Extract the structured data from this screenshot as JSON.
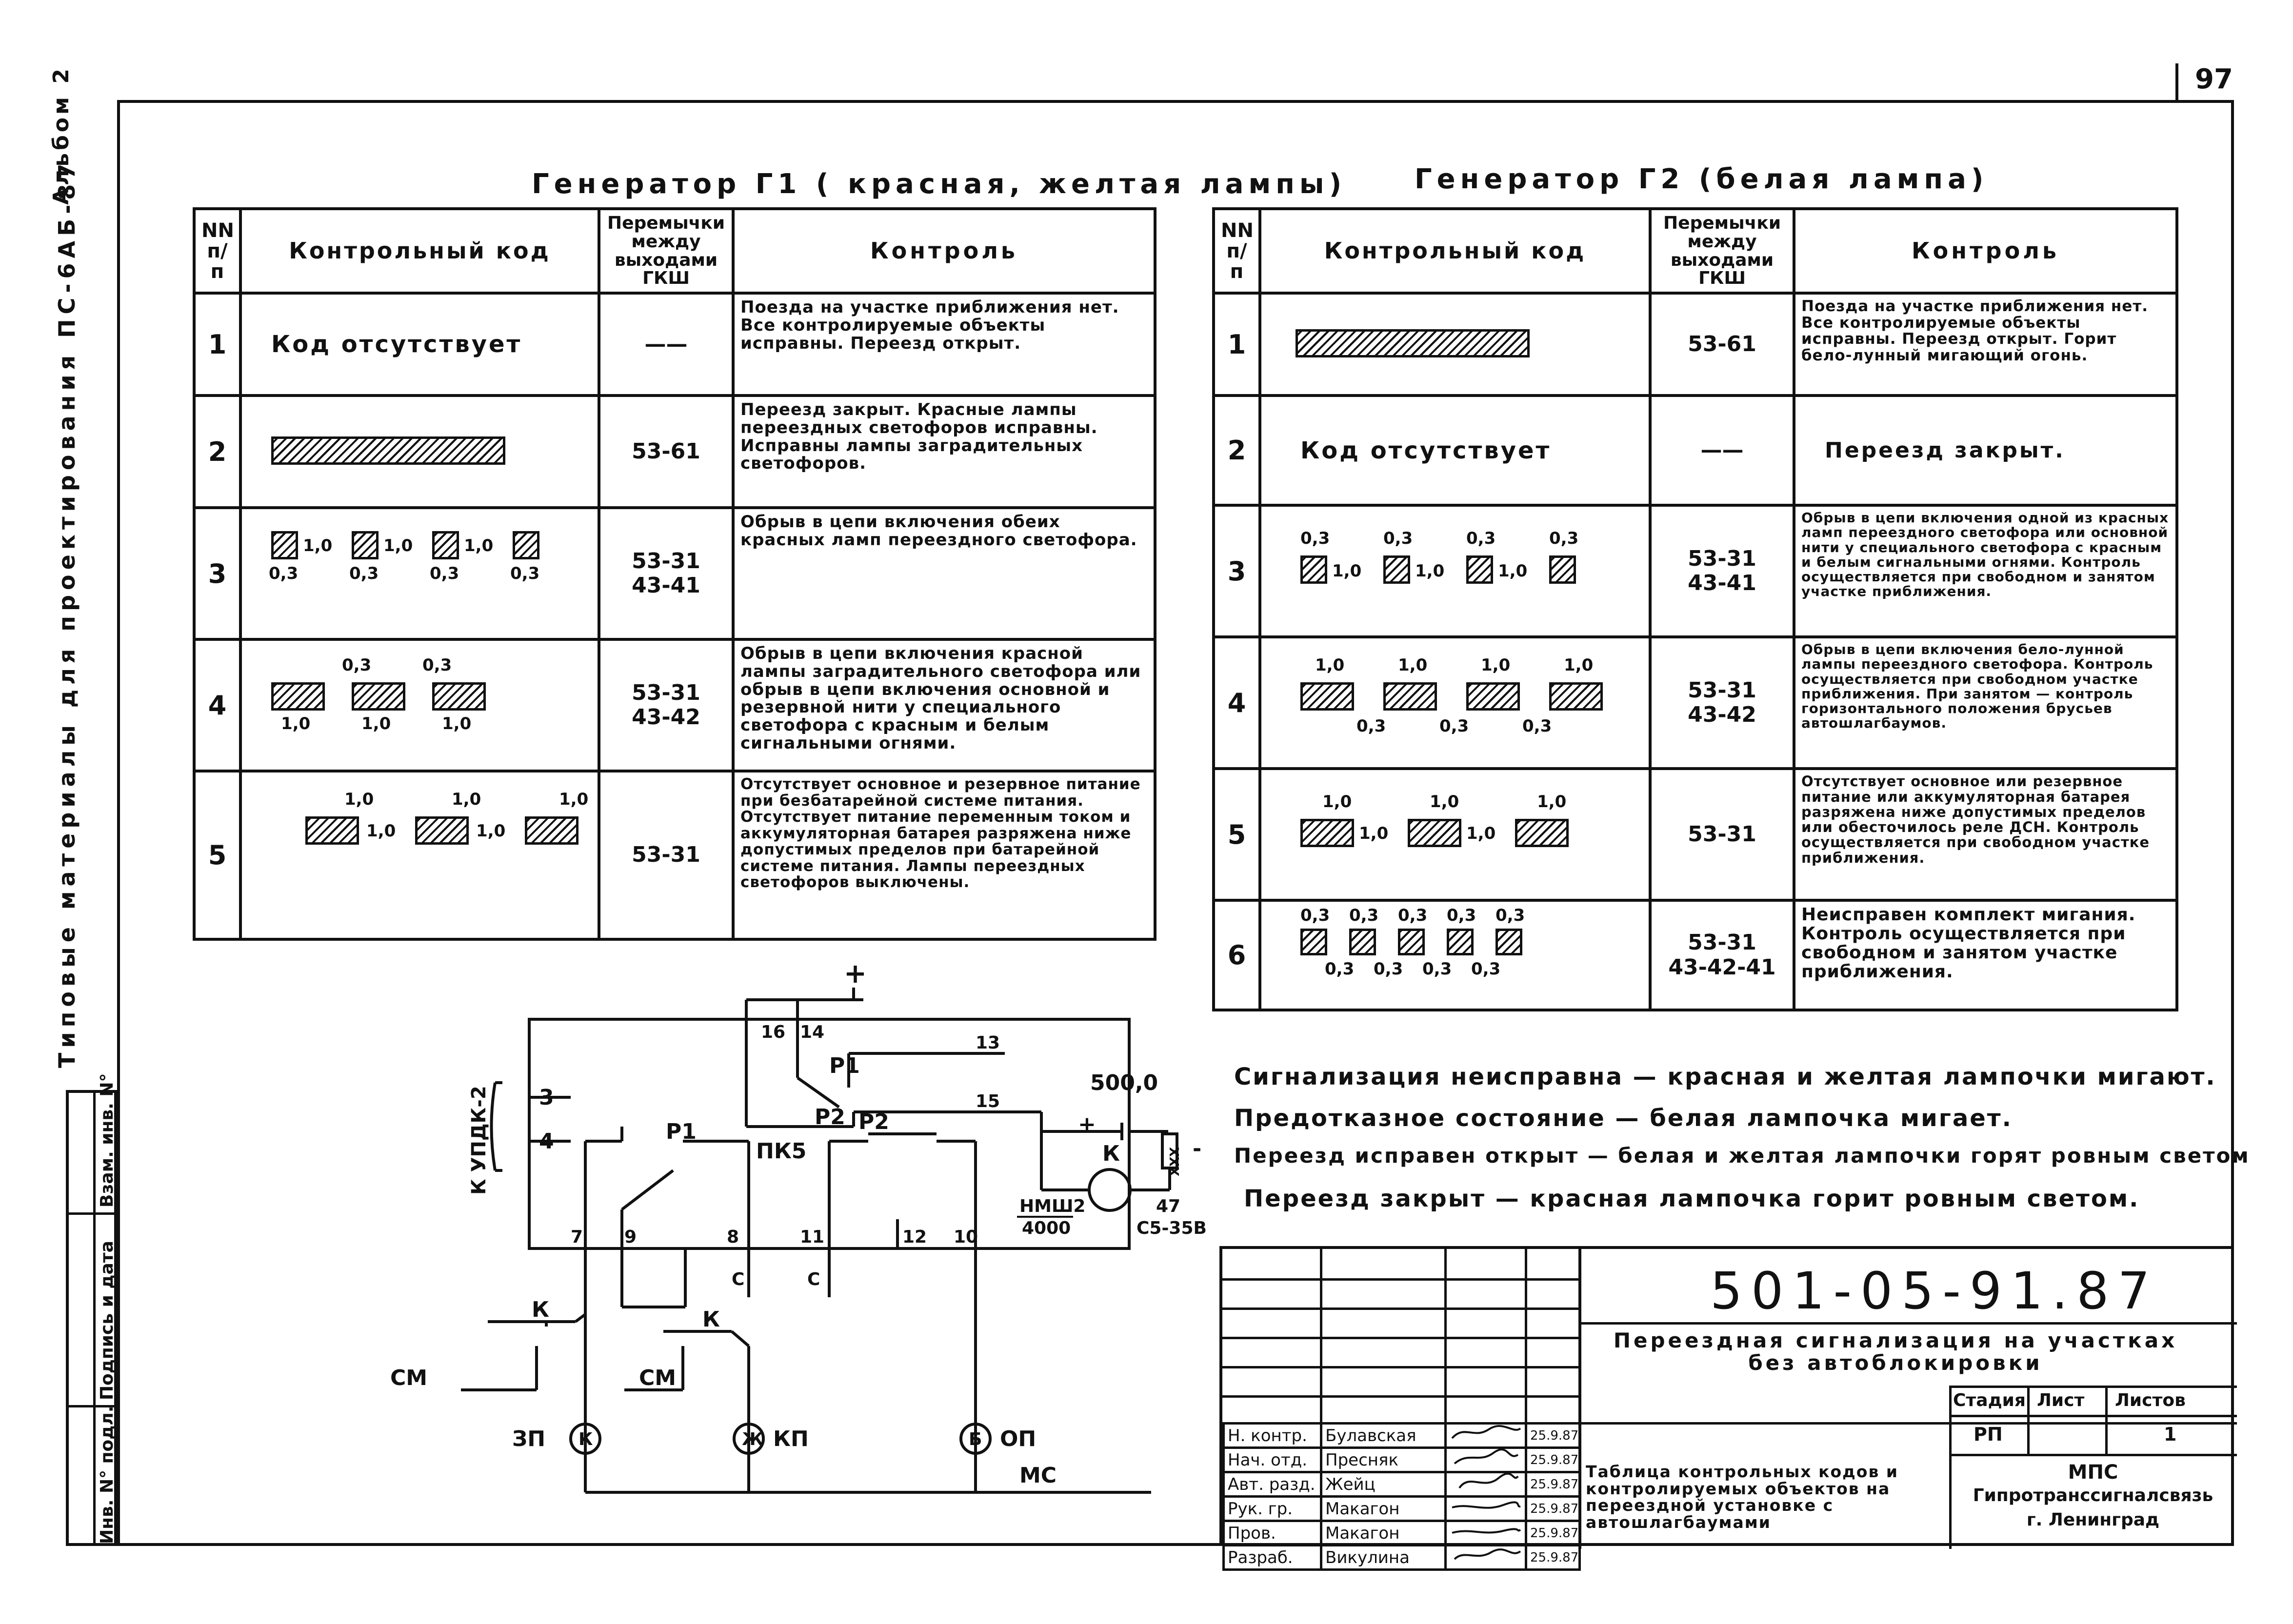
{
  "page_number": "97",
  "side_text": {
    "album": "Альбом 2",
    "series": "Типовые материалы для проектирования ПС-6АБ-87"
  },
  "left_stamp": [
    "Инв. N° подл.",
    "Подпись и дата",
    "Взам. инв. N°"
  ],
  "g1": {
    "title": "Генератор Г1 ( красная, желтая лампы)",
    "headers": {
      "nn": "NN п/п",
      "code": "Контрольный код",
      "jumpers": "Перемычки между выходами ГКШ",
      "control": "Контроль"
    },
    "rows": [
      {
        "n": "1",
        "code_text": "Код отсутствует",
        "jumpers": "——",
        "control": "Поезда на участке приближения нет. Все контролируемые объекты исправны. Переезд открыт."
      },
      {
        "n": "2",
        "code_text": "",
        "jumpers": "53-61",
        "control": "Переезд закрыт. Красные лампы переездных светофоров исправны. Исправны лампы заградительных светофоров."
      },
      {
        "n": "3",
        "code_text": "",
        "jumpers": "53-31\n43-41",
        "control": "Обрыв в цепи включения обеих красных ламп переездного светофора."
      },
      {
        "n": "4",
        "code_text": "",
        "jumpers": "53-31\n43-42",
        "control": "Обрыв в цепи включения красной лампы заградительного светофора или обрыв в цепи включения основной и резервной нити у специального светофора с красным и белым сигнальными огнями."
      },
      {
        "n": "5",
        "code_text": "",
        "jumpers": "53-31",
        "control": "Отсутствует основное и резервное питание при безбатарейной системе питания. Отсутствует питание переменным током и аккумуляторная батарея разряжена ниже допустимых пределов при батарейной системе питания. Лампы переездных светофоров выключены."
      }
    ],
    "r3_top": [
      "1,0",
      "1,0",
      "1,0"
    ],
    "r3_bottom": [
      "0,3",
      "0,3",
      "0,3",
      "0,3"
    ],
    "r4_top": [
      "0,3",
      "0,3"
    ],
    "r4_bottom": [
      "1,0",
      "1,0",
      "1,0"
    ],
    "r5_top": [
      "1,0",
      "1,0",
      "1,0"
    ],
    "r5_mid": [
      "1,0",
      "1,0"
    ]
  },
  "g2": {
    "title": "Генератор Г2 (белая лампа)",
    "headers": {
      "nn": "NN п/п",
      "code": "Контрольный код",
      "jumpers": "Перемычки между выходами ГКШ",
      "control": "Контроль"
    },
    "rows": [
      {
        "n": "1",
        "code_text": "",
        "jumpers": "53-61",
        "control": "Поезда на участке приближения нет. Все контролируемые объекты исправны. Переезд открыт. Горит бело-лунный мигающий огонь."
      },
      {
        "n": "2",
        "code_text": "Код отсутствует",
        "jumpers": "——",
        "control": "Переезд закрыт."
      },
      {
        "n": "3",
        "code_text": "",
        "jumpers": "53-31\n43-41",
        "control": "Обрыв в цепи включения одной из красных ламп переездного светофора или основной нити у специального светофора с красным и белым сигнальными огнями. Контроль осуществляется при свободном и занятом участке приближения."
      },
      {
        "n": "4",
        "code_text": "",
        "jumpers": "53-31\n43-42",
        "control": "Обрыв в цепи включения бело-лунной лампы переездного светофора. Контроль осуществляется при свободном участке приближения. При занятом — контроль горизонтального положения брусьев автошлагбаумов."
      },
      {
        "n": "5",
        "code_text": "",
        "jumpers": "53-31",
        "control": "Отсутствует основное или резервное питание или аккумуляторная батарея разряжена ниже допустимых пределов или обесточилось реле ДСН. Контроль осуществляется при свободном участке приближения."
      },
      {
        "n": "6",
        "code_text": "",
        "jumpers": "53-31\n43-42-41",
        "control": "Неисправен комплект мигания. Контроль осуществляется при свободном и занятом участке приближения."
      }
    ],
    "r3_top": [
      "0,3",
      "0,3",
      "0,3",
      "0,3"
    ],
    "r3_mid": [
      "1,0",
      "1,0",
      "1,0"
    ],
    "r4_top": [
      "1,0",
      "1,0",
      "1,0",
      "1,0"
    ],
    "r4_bottom": [
      "0,3",
      "0,3",
      "0,3"
    ],
    "r5_top": [
      "1,0",
      "1,0",
      "1,0"
    ],
    "r5_mid": [
      "1,0",
      "1,0"
    ],
    "r6_top": [
      "0,3",
      "0,3",
      "0,3",
      "0,3",
      "0,3"
    ],
    "r6_bottom": [
      "0,3",
      "0,3",
      "0,3",
      "0,3"
    ]
  },
  "notes": [
    "Сигнализация неисправна — красная и желтая лампочки мигают.",
    "Предотказное состояние — белая лампочка мигает.",
    "Переезд исправен открыт — белая и желтая лампочки горят ровным светом",
    "Переезд закрыт — красная лампочка горит ровным светом."
  ],
  "schematic": {
    "plus": "+",
    "k_label": "К УПДК-2",
    "pins": [
      "16",
      "14",
      "13",
      "15",
      "3",
      "4",
      "7",
      "9",
      "8",
      "11",
      "12",
      "10"
    ],
    "p1": "Р1",
    "p2": "Р2",
    "pk5": "ПК5",
    "p1b": "Р1",
    "p2b": "Р2",
    "cap": "500,0",
    "cap_plus": "+",
    "cap_minus": "-",
    "k_rel": "К",
    "res": "XXX",
    "res_minus": "-",
    "nmsh": "НМШ2",
    "nmsh_val": "4000",
    "r47": "47",
    "c5": "С5-35В",
    "c_left": "С",
    "c_right": "С",
    "k1": "К",
    "k2": "К",
    "sm1": "СМ",
    "sm2": "СМ",
    "zp": "ЗП",
    "kp": "КП",
    "op": "ОП",
    "lamp_k": "К",
    "lamp_zh": "Ж",
    "lamp_b": "Б",
    "ms": "МС"
  },
  "title_block": {
    "code": "501-05-91.87",
    "name": "Переездная сигнализация на участках без автоблокировки",
    "stage_h": "Стадия",
    "sheet_h": "Лист",
    "sheets_h": "Листов",
    "stage": "РП",
    "sheet": "",
    "sheets": "1",
    "people": [
      {
        "role": "Н. контр.",
        "name": "Булавская",
        "date": "25.9.87"
      },
      {
        "role": "Нач. отд.",
        "name": "Пресняк",
        "date": "25.9.87"
      },
      {
        "role": "Авт. разд.",
        "name": "Жейц",
        "date": "25.9.87"
      },
      {
        "role": "Рук. гр.",
        "name": "Макагон",
        "date": "25.9.87"
      },
      {
        "role": "Пров.",
        "name": "Макагон",
        "date": "25.9.87"
      },
      {
        "role": "Разраб.",
        "name": "Викулина",
        "date": "25.9.87"
      }
    ],
    "sheet_title": "Таблица контрольных кодов и контролируемых объектов на переездной установке с автошлагбаумами",
    "org1": "МПС",
    "org2": "Гипротранссигналсвязь",
    "org3": "г. Ленинград"
  }
}
